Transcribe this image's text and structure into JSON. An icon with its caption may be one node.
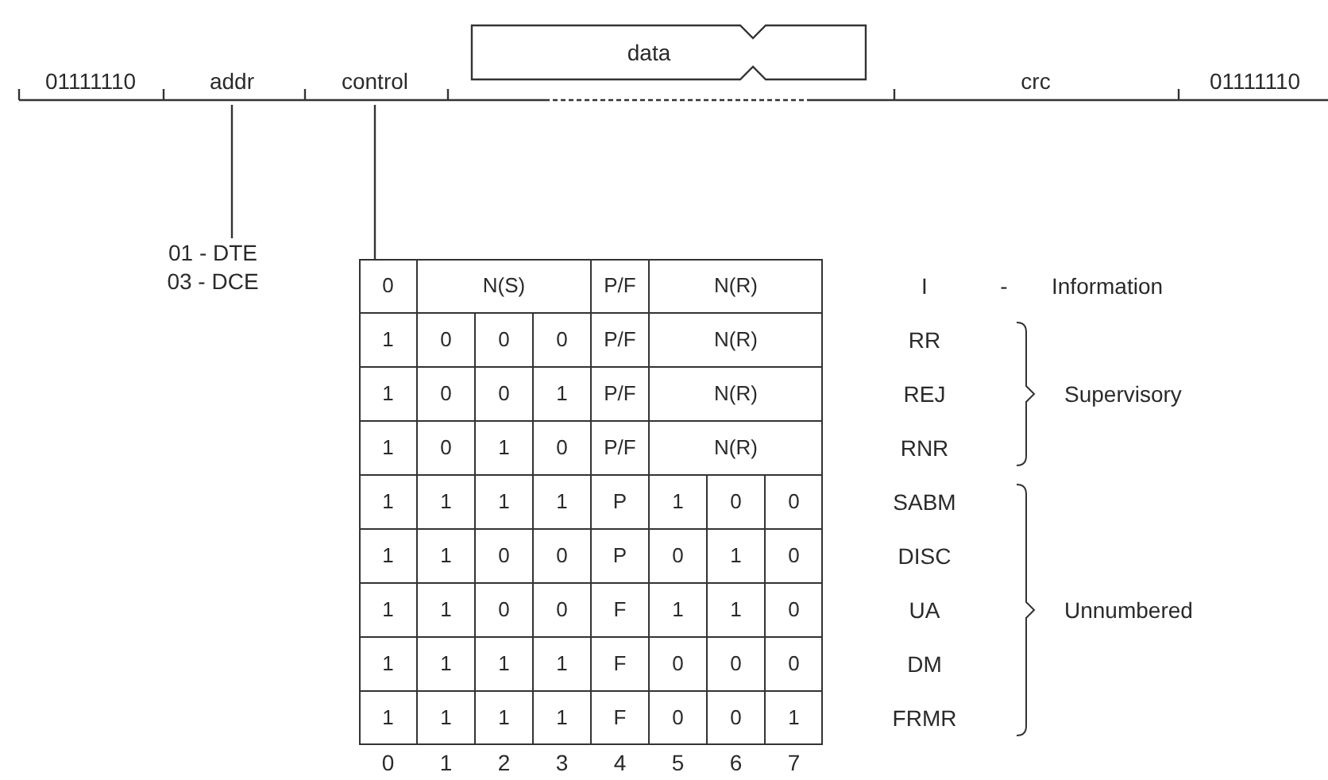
{
  "diagram": {
    "nodes": [
      {
        "text": [
          "addr"
        ]
      },
      {
        "text": [
          "control"
        ]
      },
      {
        "text": [
          "data"
        ]
      },
      {
        "text": [
          "01 - DTE",
          "03 - DCE"
        ]
      },
      {
        "text": [],
        "shape": "box"
      }
    ],
    "edges": [
      {
        "from": 0,
        "to": 3,
        "arrow": "none"
      },
      {
        "from": 1,
        "to": 4,
        "arrow": "none"
      }
    ],
    "labels": [
      "01111110",
      "crc",
      "01111110",
      "0",
      "N(S)",
      "P/F",
      "N(R)",
      "I",
      "-",
      "Information",
      "1",
      "0",
      "0",
      "0",
      "P/F",
      "N(R)",
      "RR",
      "1",
      "0",
      "0",
      "1",
      "P/F",
      "N(R)",
      "REJ",
      "Supervisory",
      "1",
      "0",
      "1",
      "0",
      "P/F",
      "N(R)",
      "RNR",
      "1",
      "1",
      "1",
      "1",
      "P",
      "1",
      "0",
      "0",
      "SABM",
      "1",
      "1",
      "0",
      "0",
      "P",
      "0",
      "1",
      "0",
      "DISC",
      "1",
      "1",
      "0",
      "0",
      "F",
      "1",
      "1",
      "0",
      "UA",
      "Unnumbered",
      "1",
      "1",
      "1",
      "1",
      "F",
      "0",
      "0",
      "0",
      "DM",
      "1",
      "1",
      "1",
      "1",
      "F",
      "0",
      "0",
      "1",
      "FRMR",
      "0",
      "1",
      "2",
      "3",
      "4",
      "5",
      "6",
      "7"
    ]
  }
}
